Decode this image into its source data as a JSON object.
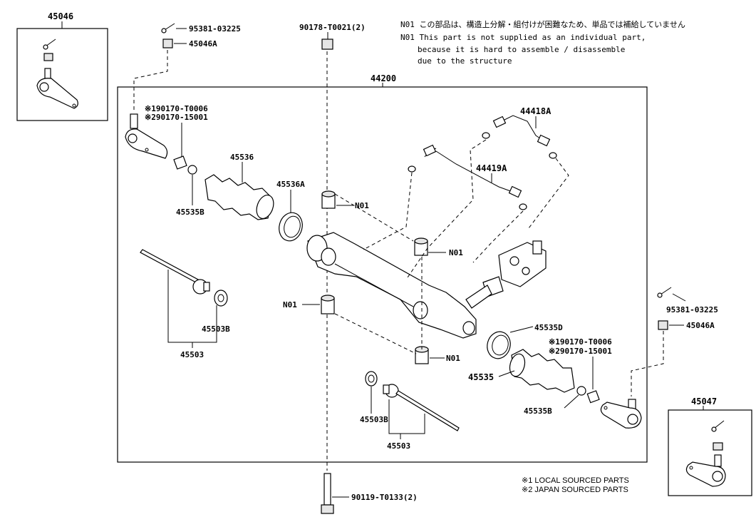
{
  "notes": {
    "jp": "N01 この部品は、構造上分解・組付けが困難なため、単品では補給していません",
    "en_line1": "N01 This part is not supplied as an individual part,",
    "en_line2": "because it is hard to assemble / disassemble",
    "en_line3": "due to the structure"
  },
  "legend": {
    "line1": "※1 LOCAL SOURCED PARTS",
    "line2": "※2 JAPAN SOURCED PARTS"
  },
  "labels": {
    "main_assembly": "44200",
    "tie_rod_end_left": "45046",
    "tie_rod_end_right": "45047",
    "cotter_pin_top": "95381-03225",
    "nut_top": "45046A",
    "bolt_top": "90178-T0021(2)",
    "cotter_pin_right": "95381-03225",
    "nut_right": "45046A",
    "bolt_bottom": "90119-T0133(2)",
    "pipe_a": "44418A",
    "pipe_b": "44419A",
    "boot_left": "45536",
    "clamp_left": "45536A",
    "clip_left": "45535B",
    "nut_left_1": "※190170-T0006",
    "nut_left_2": "※290170-15001",
    "rod_left_washer": "45503B",
    "rod_left": "45503",
    "clamp_right": "45535D",
    "boot_right": "45535",
    "clip_right": "45535B",
    "nut_right_1": "※190170-T0006",
    "nut_right_2": "※290170-15001",
    "rod_right_washer": "45503B",
    "rod_right": "45503",
    "n01_1": "N01",
    "n01_2": "N01",
    "n01_3": "N01",
    "n01_4": "N01"
  },
  "colors": {
    "line": "#000000",
    "background": "#ffffff",
    "shade": "#e6e6e6"
  }
}
